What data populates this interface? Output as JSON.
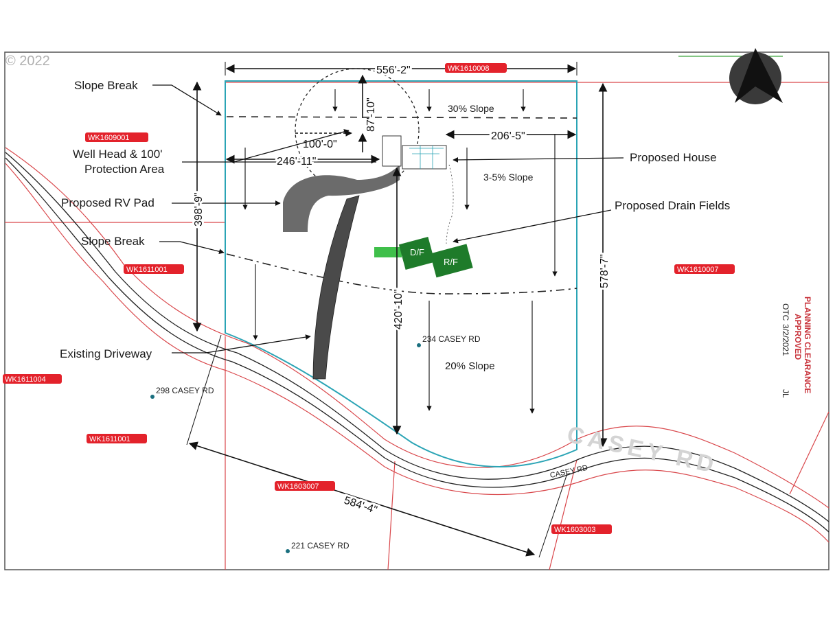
{
  "copyright": "© 2022",
  "labels": {
    "slope_break_top": "Slope Break",
    "well_head_1": "Well Head & 100'",
    "well_head_2": "Protection Area",
    "rv_pad": "Proposed RV Pad",
    "slope_break_mid": "Slope Break",
    "existing_driveway": "Existing Driveway",
    "proposed_house": "Proposed House",
    "drain_fields": "Proposed Drain Fields",
    "slope_30": "30% Slope",
    "slope_3_5": "3-5% Slope",
    "slope_20": "20% Slope",
    "df": "D/F",
    "rf": "R/F",
    "road": "CASEY RD",
    "road_small": "CASEY RD"
  },
  "dimensions": {
    "top_width": "556'-2\"",
    "well_radius_vert": "87'-10\"",
    "well_radius_horiz": "100'-0\"",
    "house_to_east": "206'-5\"",
    "house_to_west": "246'-11\"",
    "west_depth": "398'-9\"",
    "house_depth": "420'-10\"",
    "east_depth": "578'-7\"",
    "frontage": "584'-4\""
  },
  "tax_lots": [
    {
      "id": "WK1610008"
    },
    {
      "id": "WK1609001"
    },
    {
      "id": "WK1611001"
    },
    {
      "id": "WK1610007"
    },
    {
      "id": "WK1611004"
    },
    {
      "id": "WK1611001"
    },
    {
      "id": "WK1603007"
    },
    {
      "id": "WK1603003"
    }
  ],
  "addresses": [
    {
      "text": "234 CASEY RD"
    },
    {
      "text": "298 CASEY RD"
    },
    {
      "text": "221 CASEY RD"
    }
  ],
  "stamp": {
    "line1": "PLANNING CLEARANCE",
    "line2": "APPROVED",
    "line3": "OTC",
    "line4": "3/2/2021",
    "line5": "JL"
  },
  "colors": {
    "property_line": "#2aa4b5",
    "parcel_line": "#d9474b",
    "drain_field": "#1e7b2a",
    "tax_label": "#e3222b",
    "stamp_text": "#c8323a"
  }
}
